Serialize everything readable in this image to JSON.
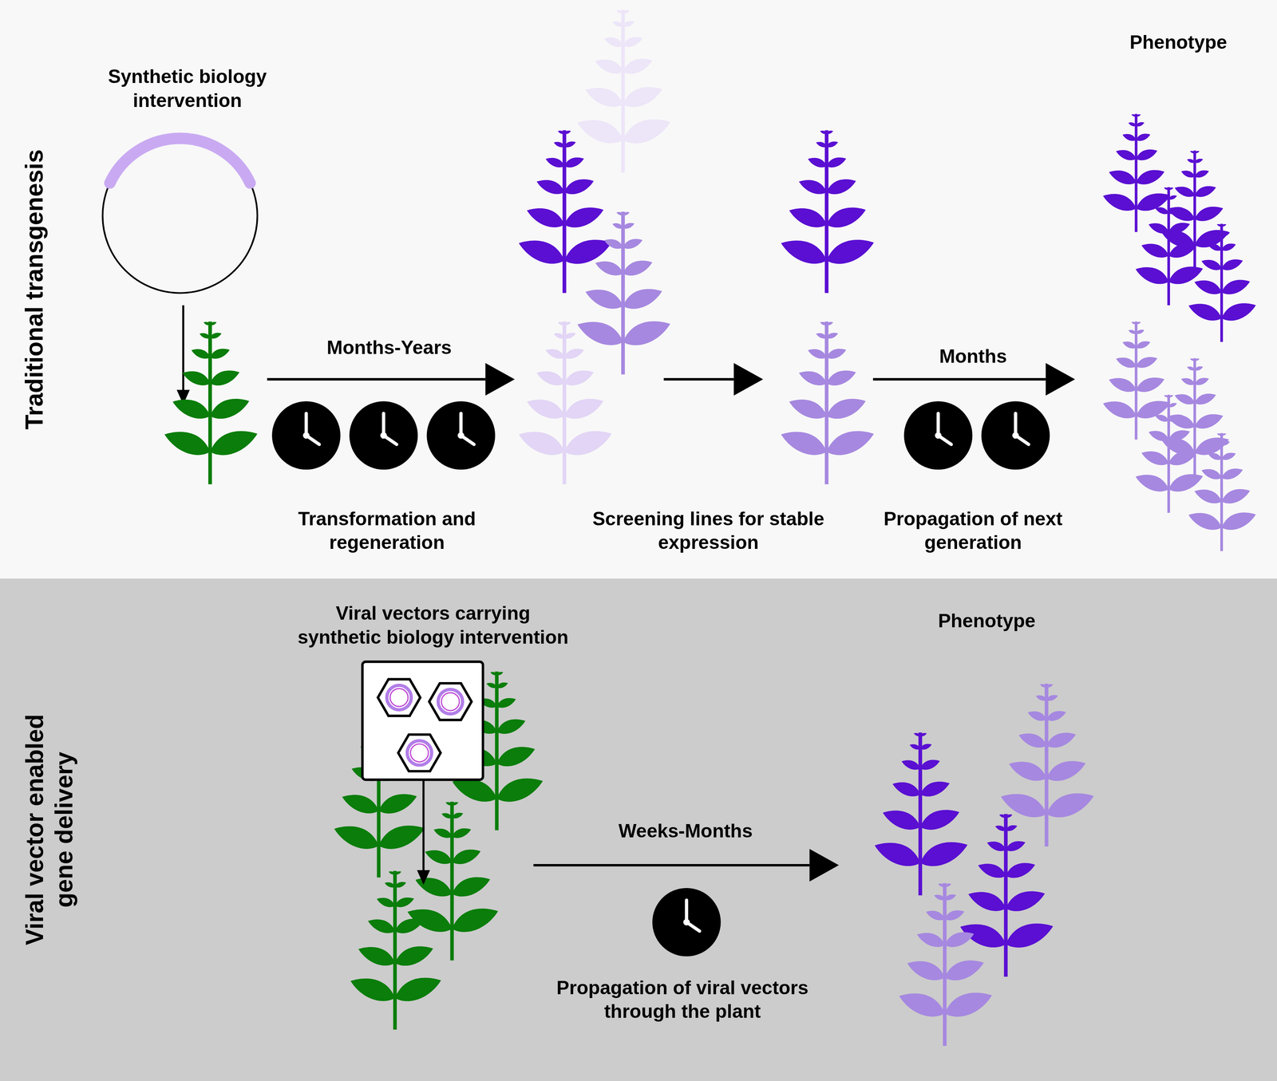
{
  "diagram": {
    "nodes": [
      {
        "text": [
          "Traditional transgenesis"
        ]
      },
      {
        "text": [
          "Synthetic biology intervention"
        ],
        "in": 0
      },
      {
        "text": [
          "Viral vector enabled gene delivery"
        ]
      },
      {
        "text": [
          "Viral vectors carrying synthetic biology intervention"
        ],
        "in": 2
      }
    ],
    "labels": [
      "Phenotype",
      "Months-Years",
      "Transformation and regeneration",
      "Screening lines for stable expression",
      "Months",
      "Propagation of next generation",
      "Phenotype",
      "Weeks-Months",
      "Propagation of viral vectors through the plant"
    ]
  }
}
